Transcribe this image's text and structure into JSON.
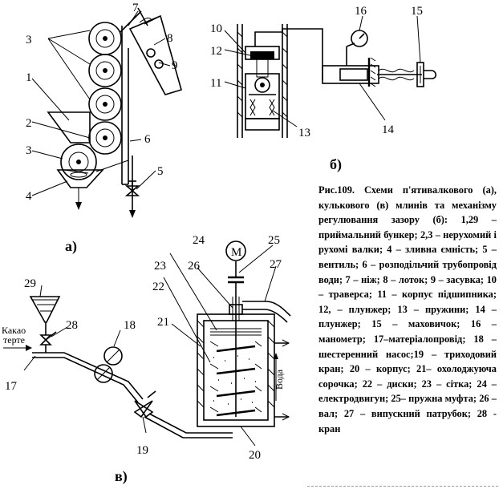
{
  "labels": {
    "n1": "1",
    "n2": "2",
    "n3a": "3",
    "n3b": "3",
    "n4": "4",
    "n5": "5",
    "n6": "6",
    "n7": "7",
    "n8": "8",
    "n9": "9",
    "n10": "10",
    "n11": "11",
    "n12": "12",
    "n13": "13",
    "n14": "14",
    "n15": "15",
    "n16": "16",
    "n17": "17",
    "n18": "18",
    "n19": "19",
    "n20": "20",
    "n21": "21",
    "n22": "22",
    "n23": "23",
    "n24": "24",
    "n25": "25",
    "n26": "26",
    "n27": "27",
    "n28": "28",
    "n29": "29"
  },
  "panels": {
    "a": "а)",
    "b": "б)",
    "v": "в)"
  },
  "texts": {
    "cocoa_line1": "Какао",
    "cocoa_line2": "терте",
    "water": "Вода",
    "motor": "М"
  },
  "caption": {
    "title": "Рис.109.",
    "body": " Схеми п'ятивалкового (а), кулькового (в) млинів та механізму регулювання зазору (б): 1,29 – приймальний бункер; 2,3 – нерухомий і рухомі валки; 4 – зливна ємність; 5 – вентиль; 6 – розподільчий трубопровід води; 7 – ніж; 8 – лоток; 9 – засувка; 10 – траверса; 11 – корпус підшипника; 12, – плунжер; 13 – пружини; 14 – плунжер; 15 – маховичок; 16 – манометр; 17–матеріалопровід; 18 – шестеренний насос;19 – триходовий кран; 20 – корпус; 21– охолоджуюча сорочка; 22 – диски; 23 – сітка; 24 – електродвигун; 25– пружна муфта; 26 – вал; 27 – випускний патрубок; 28 - кран"
  }
}
